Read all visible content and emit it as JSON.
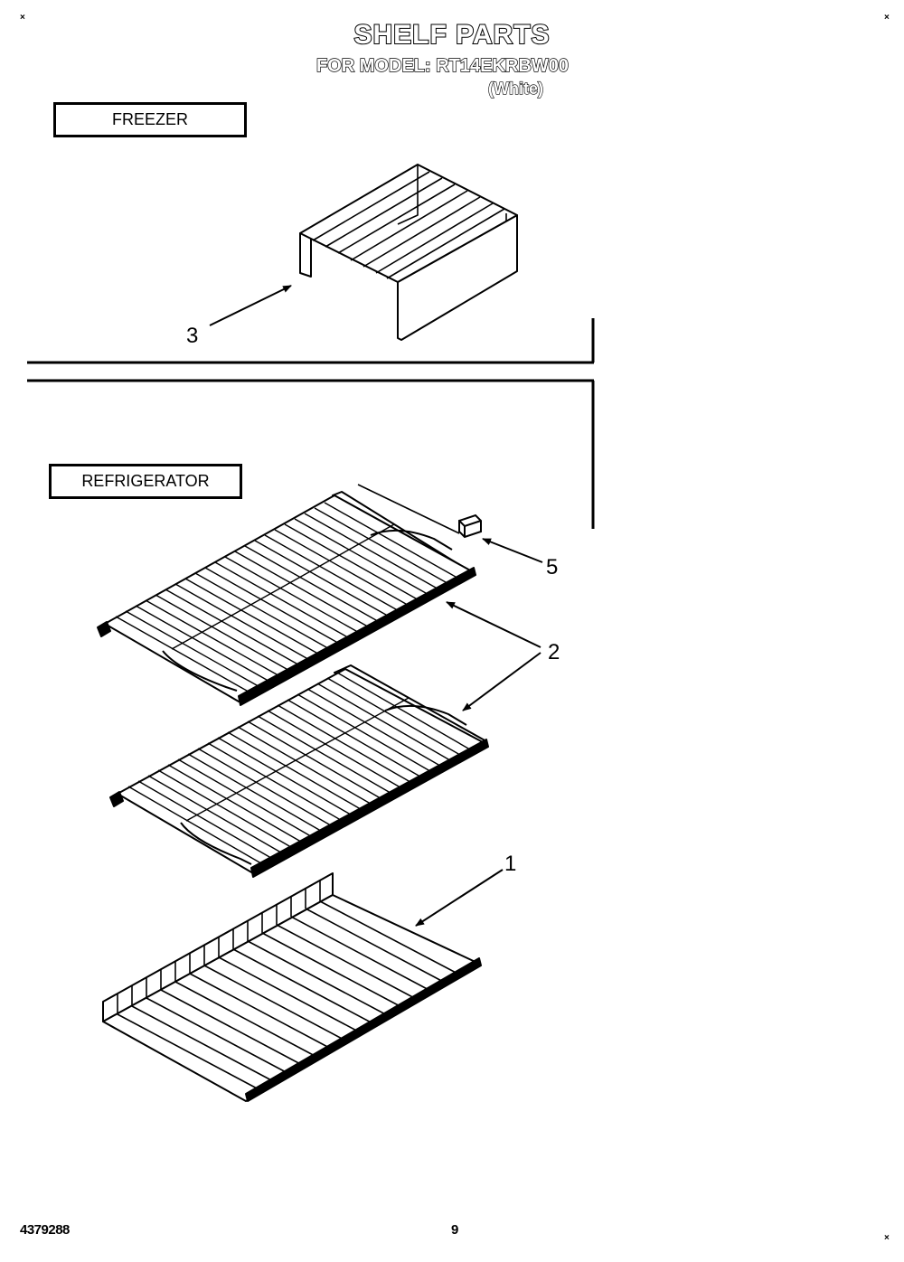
{
  "header": {
    "title": "SHELF PARTS",
    "model_line": "FOR MODEL: RT14EKRBW00",
    "color_note": "(White)"
  },
  "sections": {
    "freezer_label": "FREEZER",
    "refrigerator_label": "REFRIGERATOR"
  },
  "callouts": {
    "freezer_shelf": "3",
    "refrigerator_shelves": "2",
    "shelf_support": "5",
    "bottom_shelf": "1"
  },
  "footer": {
    "part_number": "4379288",
    "page_number": "9"
  },
  "corner_marks": {
    "mark": "×"
  }
}
